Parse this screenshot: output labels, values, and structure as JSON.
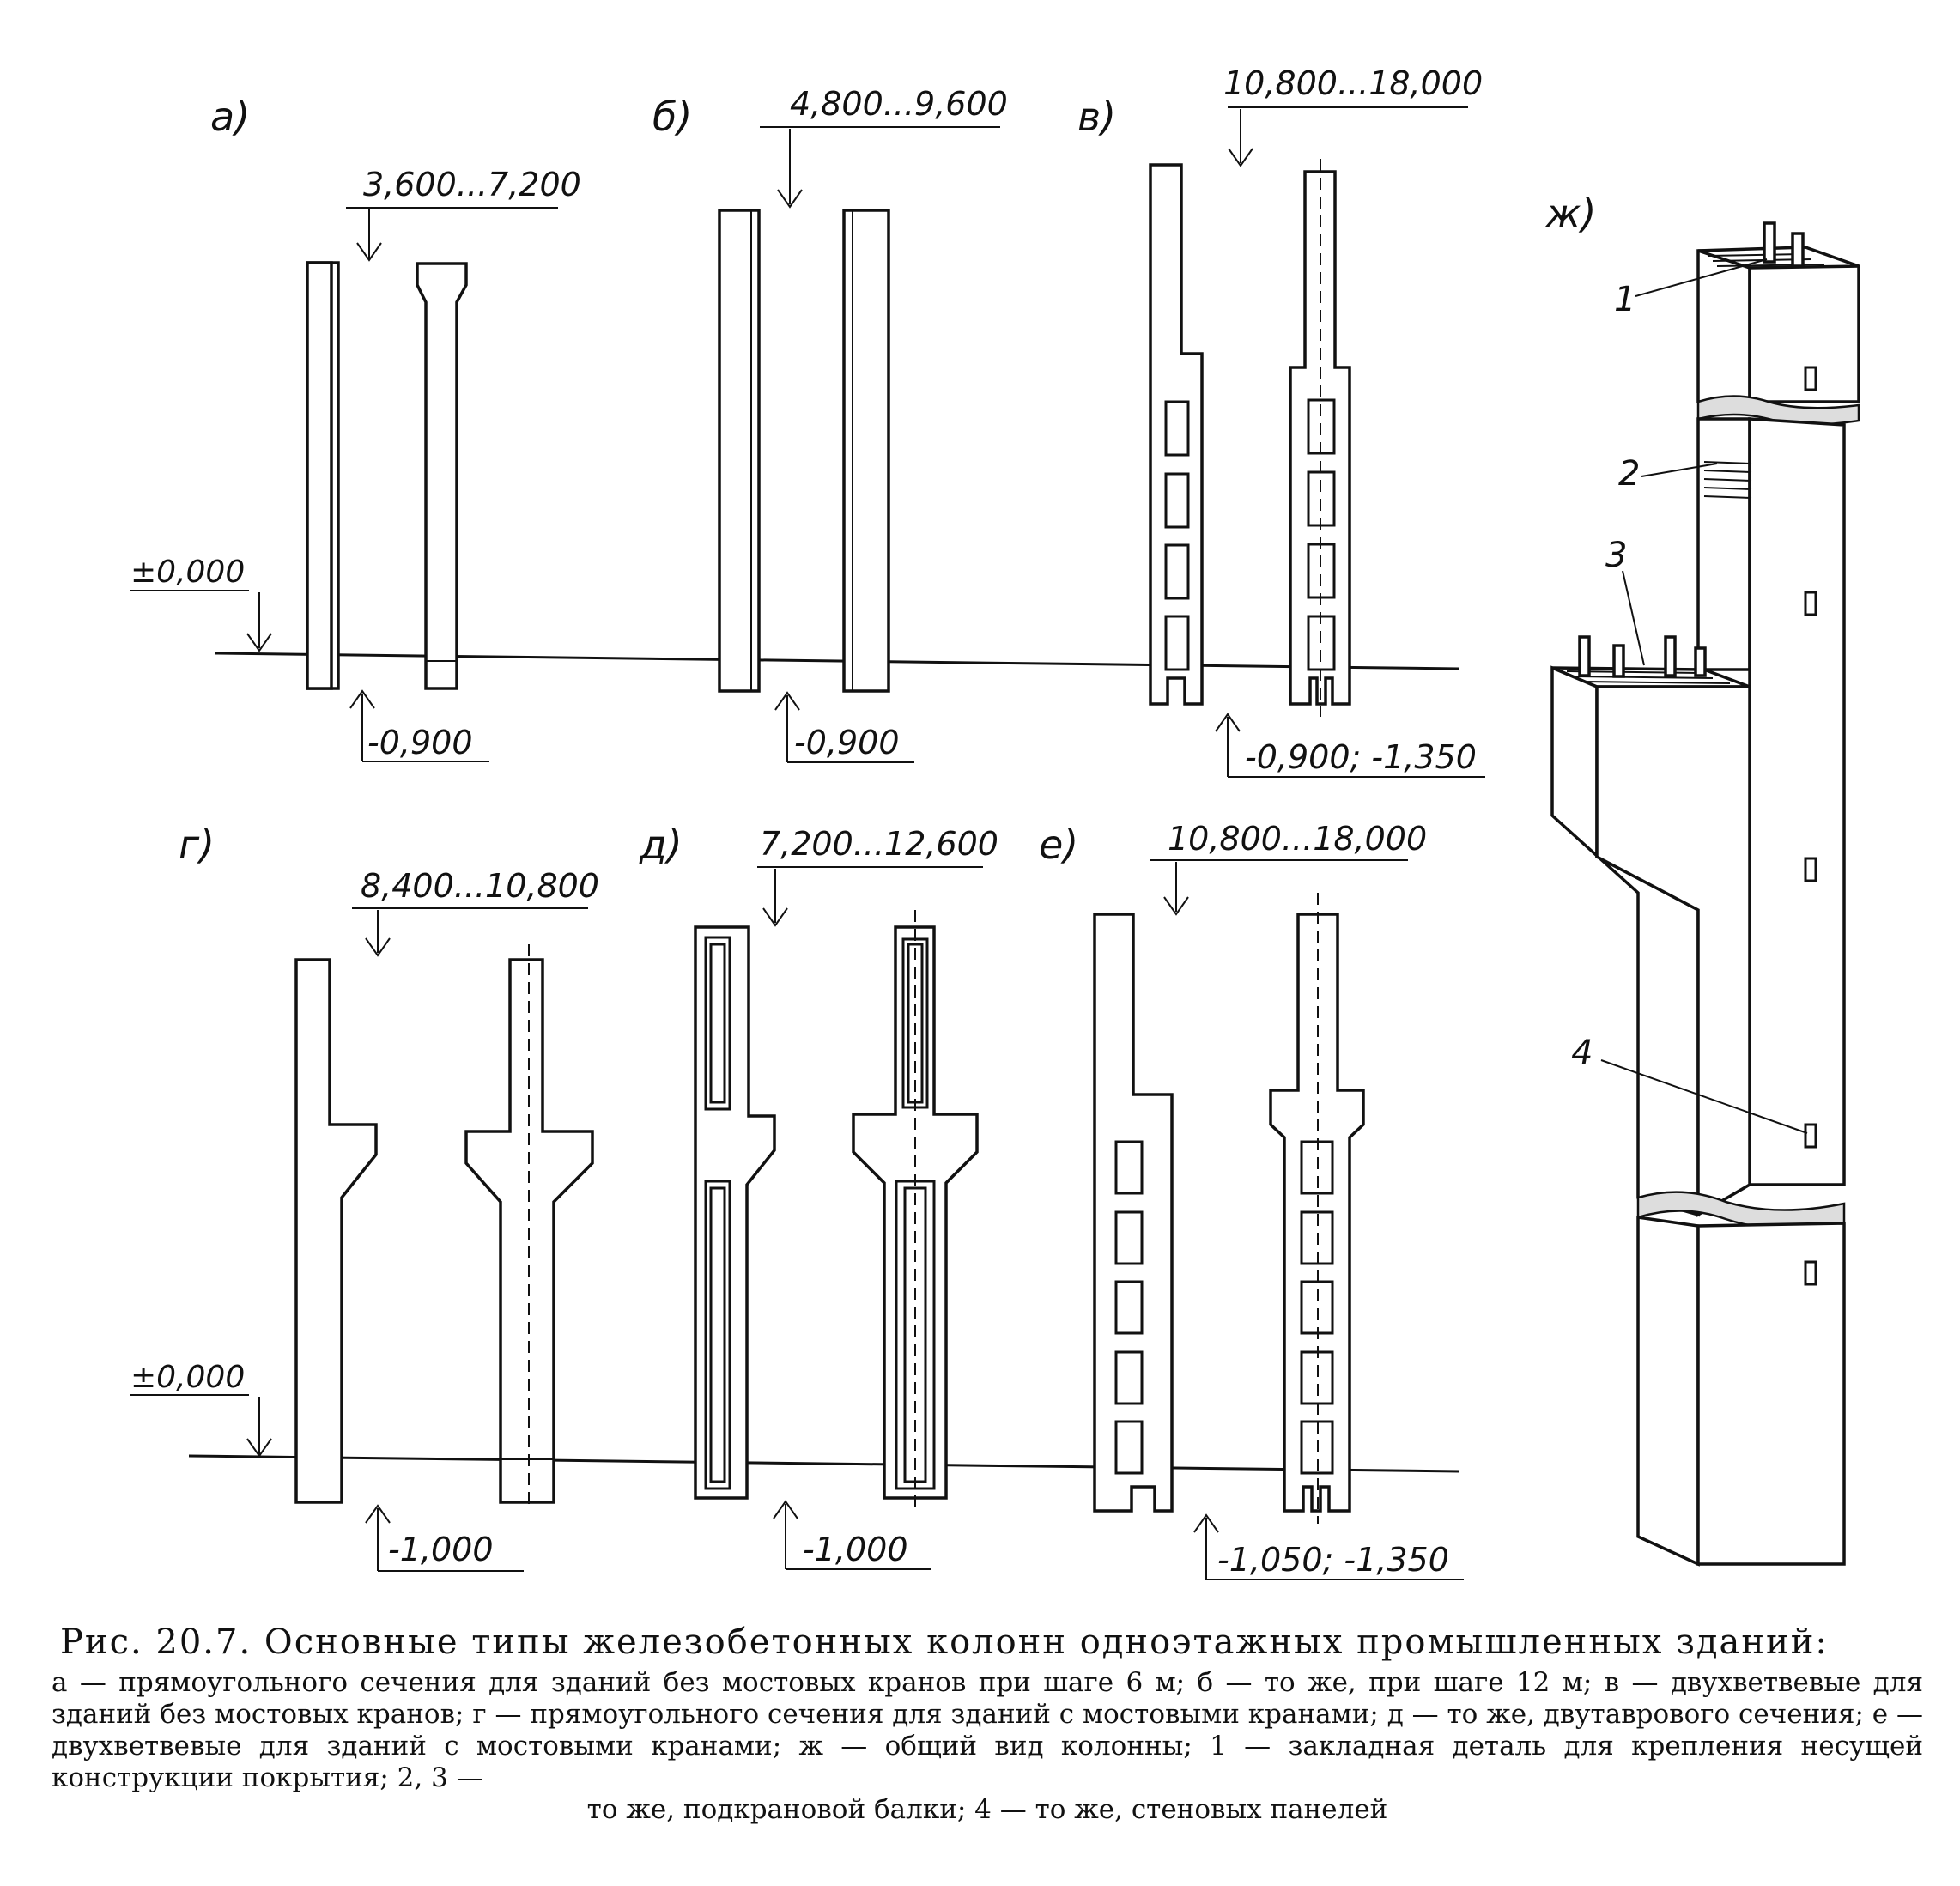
{
  "panels": {
    "a": {
      "letter": "а)",
      "top_mark": "3,600...7,200",
      "zero_mark": "±0,000",
      "bottom_mark": "-0,900"
    },
    "b": {
      "letter": "б)",
      "top_mark": "4,800...9,600",
      "bottom_mark": "-0,900"
    },
    "v": {
      "letter": "в)",
      "top_mark": "10,800...18,000",
      "bottom_mark": "-0,900; -1,350"
    },
    "g": {
      "letter": "г)",
      "top_mark": "8,400...10,800",
      "zero_mark": "±0,000",
      "bottom_mark": "-1,000"
    },
    "d": {
      "letter": "д)",
      "top_mark": "7,200...12,600",
      "bottom_mark": "-1,000"
    },
    "e": {
      "letter": "е)",
      "top_mark": "10,800...18,000",
      "bottom_mark": "-1,050; -1,350"
    },
    "zh": {
      "letter": "ж)",
      "callouts": [
        "1",
        "2",
        "3",
        "4"
      ]
    }
  },
  "caption": {
    "title": "Рис. 20.7. Основные типы железобетонных колонн одноэтажных промышленных зданий:",
    "body": "а — прямоугольного сечения для зданий без мостовых кранов при шаге 6 м; б — то же, при шаге 12 м; в — двухветвевые для зданий без мостовых кранов; г — прямоугольного сечения для зданий с мостовыми кранами; д — то же, двутаврового сечения; е — двухветвевые для зданий с мостовыми кранами; ж — общий вид колонны; 1 — закладная деталь для крепления несущей конструкции покрытия; 2, 3 —",
    "last": "то же, подкрановой балки; 4 — то же, стеновых панелей"
  }
}
